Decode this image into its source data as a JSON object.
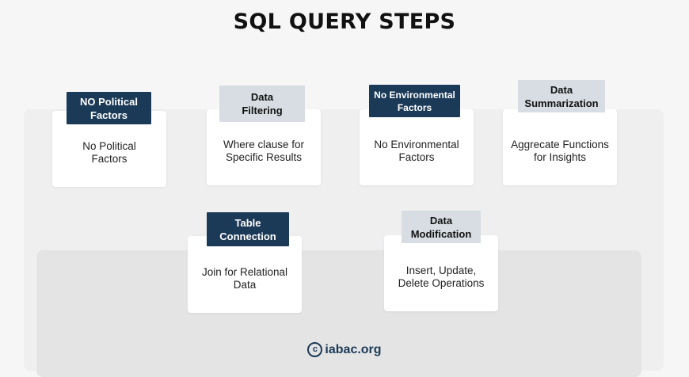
{
  "title": "SQL QUERY STEPS",
  "steps": [
    {
      "label_line1": "NO Political",
      "label_line2": "Factors",
      "desc_line1": "No  Political",
      "desc_line2": "Factors"
    },
    {
      "label_line1": "Data",
      "label_line2": "Filtering",
      "desc_line1": "Where clause for",
      "desc_line2": "Specific Results"
    },
    {
      "label_line1": "No Environmental",
      "label_line2": "Factors",
      "desc_line1": "No Environmental",
      "desc_line2": "Factors"
    },
    {
      "label_line1": "Data",
      "label_line2": "Summarization",
      "desc_line1": "Aggrecate Functions",
      "desc_line2": "for Insights"
    },
    {
      "label_line1": "Table",
      "label_line2": "Connection",
      "desc_line1": "Join for Relational",
      "desc_line2": "Data"
    },
    {
      "label_line1": "Data",
      "label_line2": "Modification",
      "desc_line1": "Insert, Update,",
      "desc_line2": "Delete Operations"
    }
  ],
  "footer": {
    "icon": "copyright-icon",
    "text": "iabac.org"
  },
  "colors": {
    "dark_label": "#1b3a57",
    "light_label": "#d7dde3",
    "background": "#f6f6f7"
  }
}
